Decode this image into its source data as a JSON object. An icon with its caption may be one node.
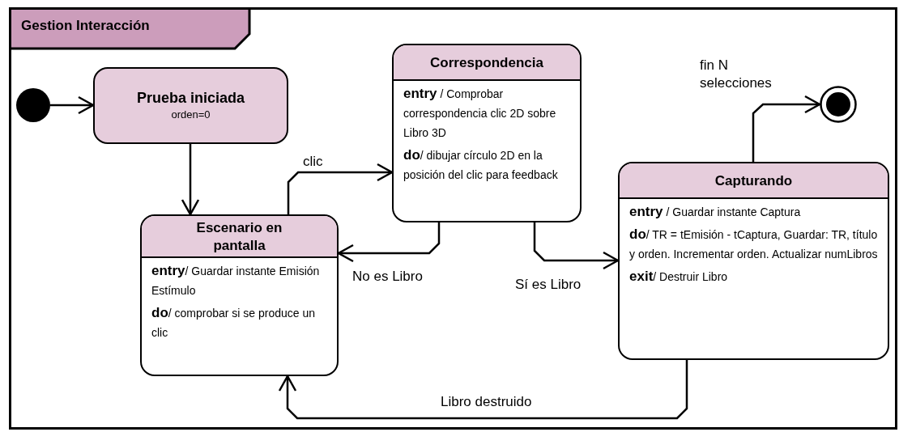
{
  "diagram": {
    "nodes": [
      {
        "text": [
          "Gestion Interacción"
        ]
      },
      {
        "text": [],
        "shape": "circle",
        "in": 0
      },
      {
        "text": [
          "Prueba iniciada",
          "orden=0"
        ],
        "in": 0
      },
      {
        "text": [
          "Escenario en pantalla",
          "**entry**/ Guardar instante Emisión Estímulo",
          "**do**/ comprobar si se produce un clic"
        ],
        "in": 0
      },
      {
        "text": [
          "Correspondencia",
          "**entry** / Comprobar correspondencia clic 2D sobre Libro 3D",
          "**do**/ dibujar círculo 2D en la posición del clic para feedback"
        ],
        "in": 0
      },
      {
        "text": [
          "Capturando",
          "**entry** / Guardar instante Captura",
          "**do**/ TR = tEmisión - tCaptura, Guardar: TR, título y orden. Incrementar orden. Actualizar numLibros",
          "**exit**/ Destruir Libro"
        ],
        "in": 0
      },
      {
        "text": [],
        "shape": "circle",
        "in": 0
      }
    ],
    "edges": [
      {
        "from": 1,
        "to": 2,
        "arrow": "to"
      },
      {
        "from": 2,
        "to": 3,
        "arrow": "to"
      },
      {
        "from": 3,
        "to": 4,
        "arrow": "to",
        "label": "clic"
      },
      {
        "from": 4,
        "to": 3,
        "arrow": "to",
        "label": "No es Libro"
      },
      {
        "from": 4,
        "to": 5,
        "arrow": "to",
        "label": "Sí es Libro"
      },
      {
        "from": 5,
        "to": 6,
        "arrow": "to",
        "label": "fin N selecciones"
      },
      {
        "from": 5,
        "to": 3,
        "arrow": "to",
        "label": "Libro destruido"
      }
    ]
  }
}
